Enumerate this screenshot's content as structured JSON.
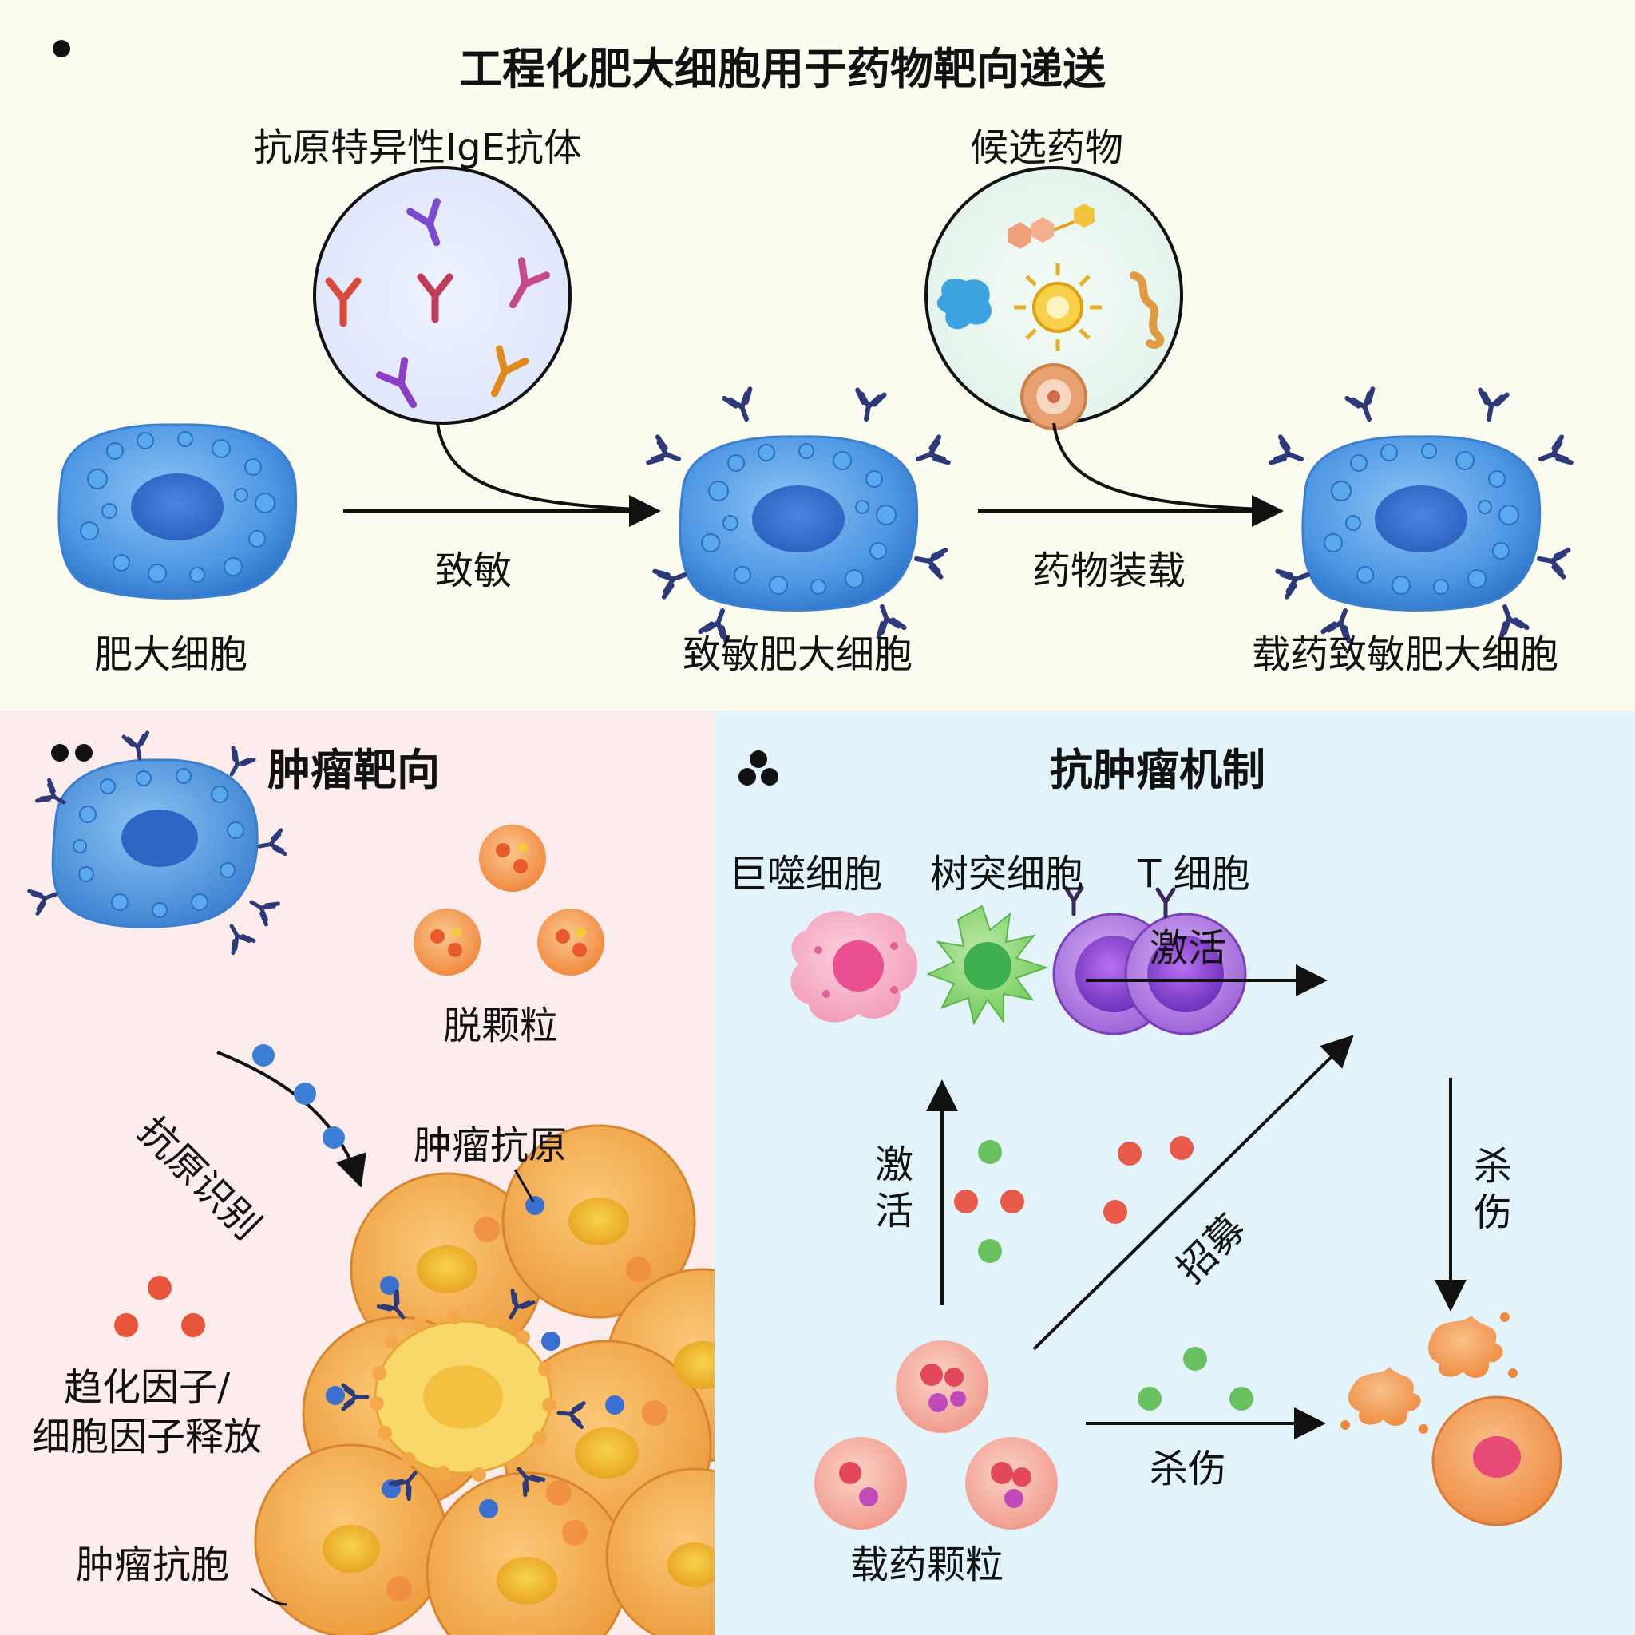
{
  "top": {
    "marker": "•",
    "title": "工程化肥大细胞用于药物靶向递送",
    "antibody_label": "抗原特异性IgE抗体",
    "drug_label": "候选药物",
    "arrow1_label": "致敏",
    "arrow2_label": "药物装载",
    "cell1_label": "肥大细胞",
    "cell2_label": "致敏肥大细胞",
    "cell3_label": "载药致敏肥大细胞"
  },
  "left": {
    "marker": "••",
    "title": "肿瘤靶向",
    "degranulation": "脱颗粒",
    "antigen_recognition": "抗原识别",
    "tumor_antigen": "肿瘤抗原",
    "release_line1": "趋化因子/",
    "release_line2": "细胞因子释放",
    "tumor_cell": "肿瘤抗胞"
  },
  "right": {
    "marker": "∴",
    "title": "抗肿瘤机制",
    "macrophage": "巨噬细胞",
    "dendritic": "树突细胞",
    "t_cell": "T 细胞",
    "activate_h": "激活",
    "activate_v": "激活",
    "recruit": "招募",
    "kill_v": "杀伤",
    "kill_h": "杀伤",
    "drug_particles": "载药颗粒"
  },
  "colors": {
    "panel_top": "#fcfbf0",
    "panel_left": "#fcecec",
    "panel_right": "#e2f4fa",
    "mast_cell": "#4d9be6",
    "tumor": "#f3a545",
    "t_cell": "#9b59d0",
    "macrophage": "#f3a0c0",
    "dendritic": "#7fd36a"
  }
}
